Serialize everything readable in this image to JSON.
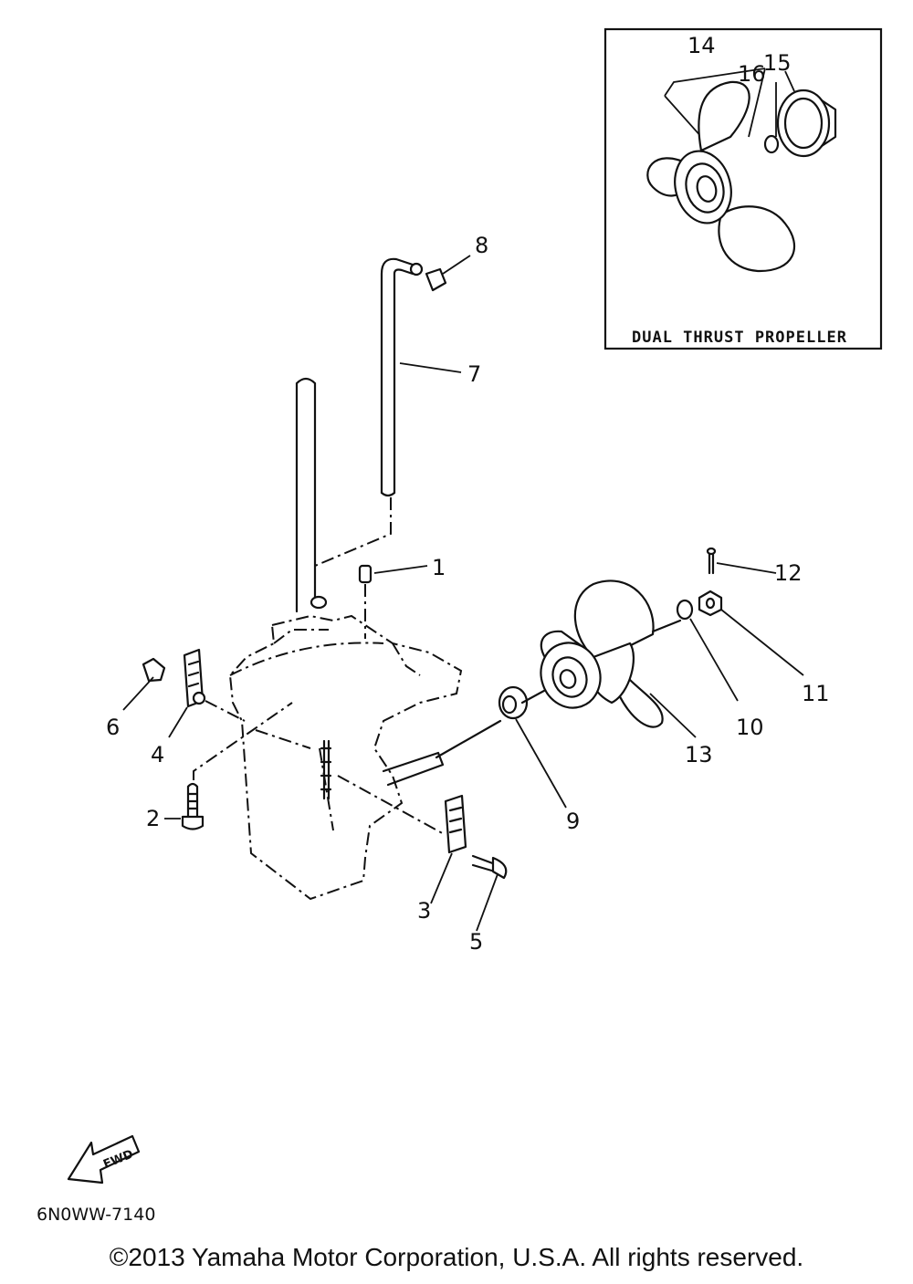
{
  "inset": {
    "caption": "DUAL THRUST PROPELLER"
  },
  "callouts": {
    "c1": "1",
    "c2": "2",
    "c3": "3",
    "c4": "4",
    "c5": "5",
    "c6": "6",
    "c7": "7",
    "c8": "8",
    "c9": "9",
    "c10": "10",
    "c11": "11",
    "c12": "12",
    "c13": "13",
    "c14": "14",
    "c15": "15",
    "c16": "16"
  },
  "fwd_label": "FWD",
  "drawing_code": "6N0WW-7140",
  "copyright": "©2013 Yamaha Motor Corporation, U.S.A. All rights reserved."
}
